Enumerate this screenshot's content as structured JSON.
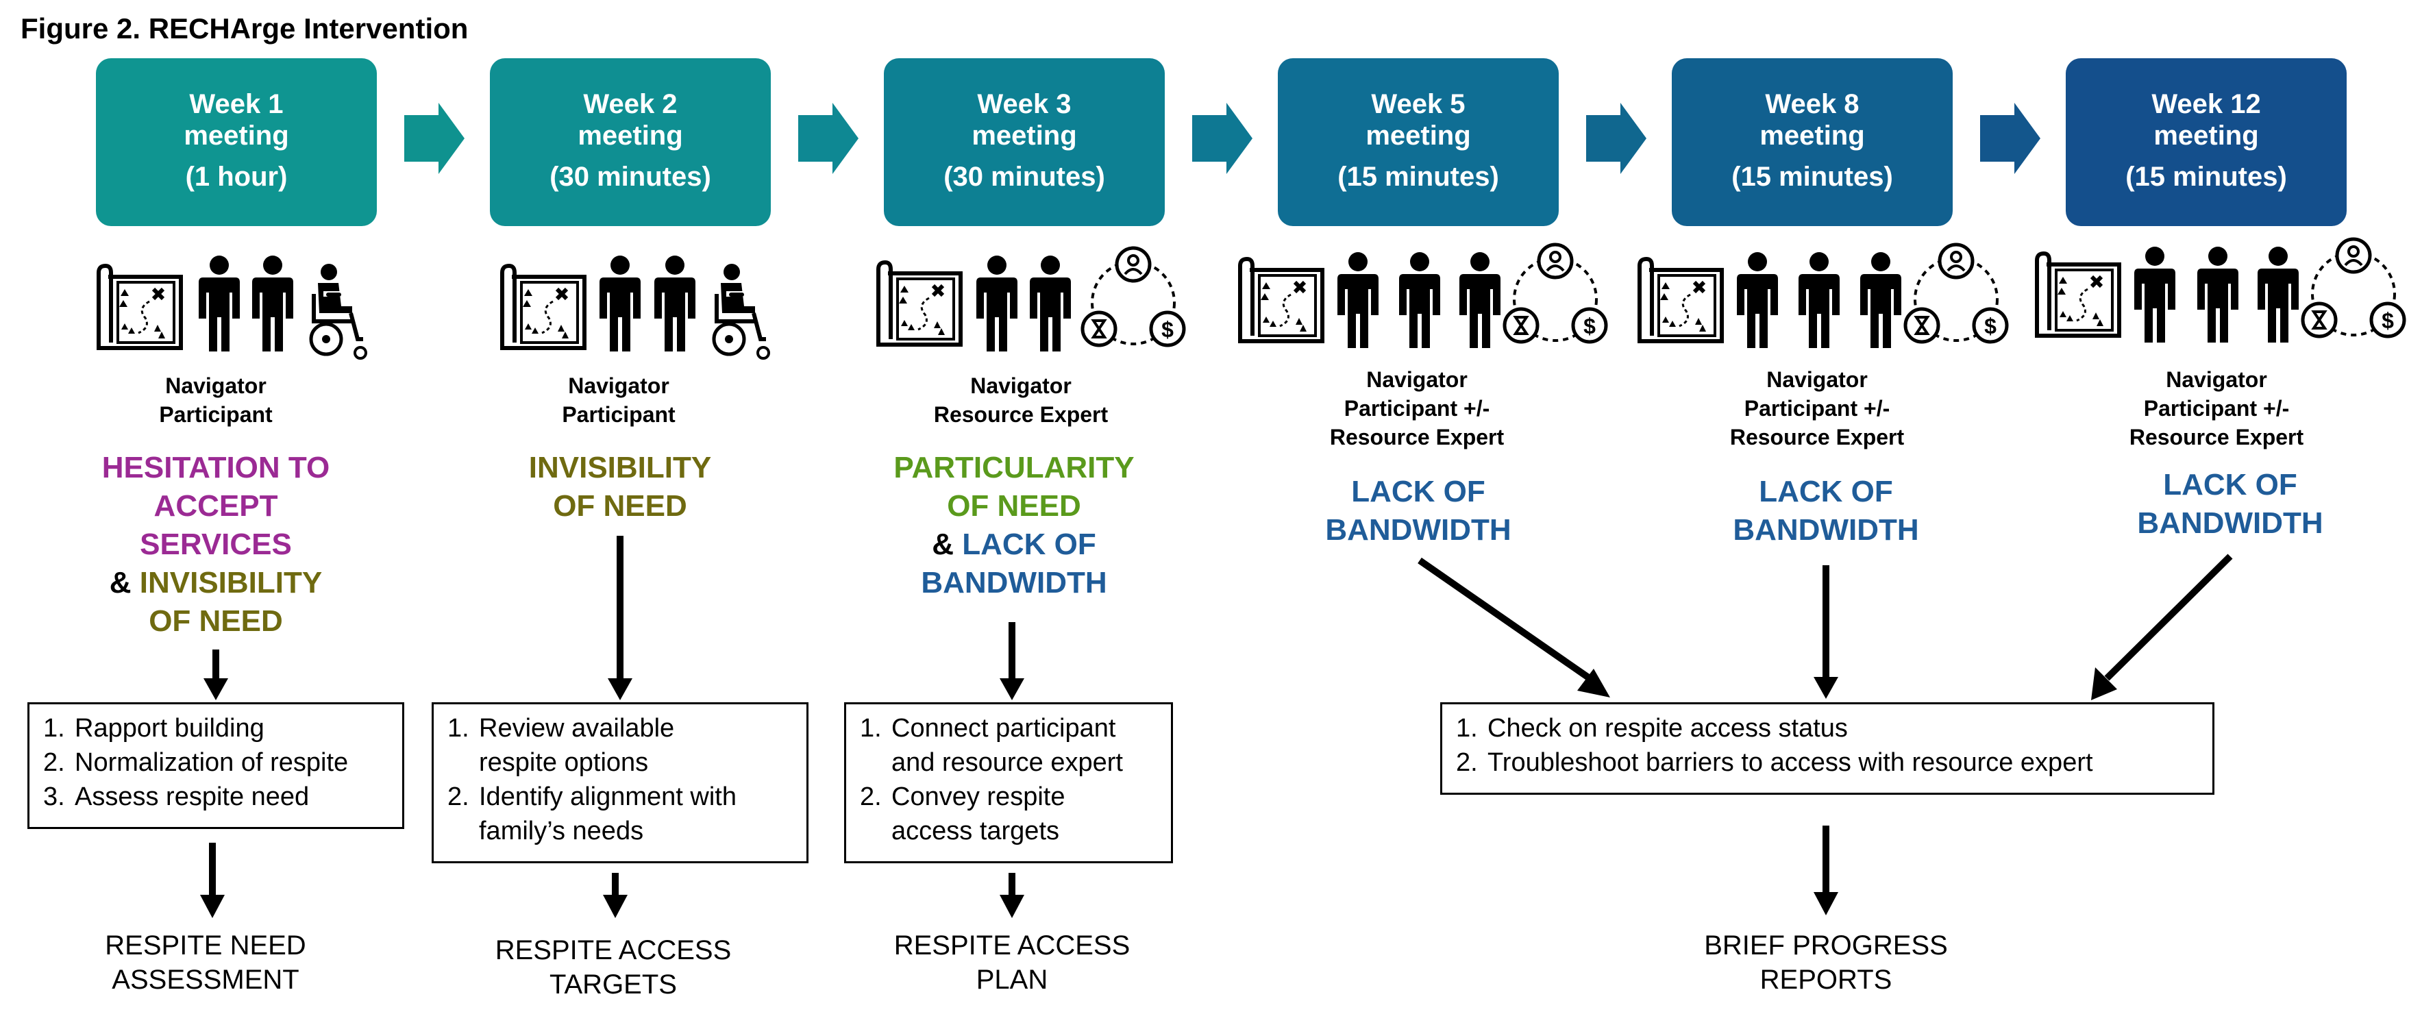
{
  "title": "Figure 2. RECHArge Intervention",
  "colors": {
    "week1": "#0f9591",
    "week2": "#0f8f92",
    "week3": "#0d8093",
    "week5": "#0f6e94",
    "week8": "#11608f",
    "week12": "#144f8c",
    "theme_purple": "#9b2a94",
    "theme_olive": "#6f6a10",
    "theme_green": "#5a9a1c",
    "theme_blue": "#1f5c99"
  },
  "weeks": [
    {
      "line1": "Week 1",
      "line2": "meeting",
      "duration": "(1 hour)",
      "roles": [
        "Navigator",
        "Participant"
      ],
      "icons": [
        "map-icon",
        "person-icon",
        "person-icon",
        "wheelchair-user-icon"
      ]
    },
    {
      "line1": "Week 2",
      "line2": "meeting",
      "duration": "(30 minutes)",
      "roles": [
        "Navigator",
        "Participant"
      ],
      "icons": [
        "map-icon",
        "person-icon",
        "person-icon",
        "wheelchair-user-icon"
      ]
    },
    {
      "line1": "Week 3",
      "line2": "meeting",
      "duration": "(30 minutes)",
      "roles": [
        "Navigator",
        "Resource Expert"
      ],
      "icons": [
        "map-icon",
        "person-icon",
        "person-icon",
        "resource-network-icon"
      ]
    },
    {
      "line1": "Week 5",
      "line2": "meeting",
      "duration": "(15 minutes)",
      "roles": [
        "Navigator",
        "Participant +/-",
        "Resource Expert"
      ],
      "icons": [
        "map-icon",
        "person-icon",
        "person-icon",
        "person-icon",
        "resource-network-icon"
      ]
    },
    {
      "line1": "Week 8",
      "line2": "meeting",
      "duration": "(15 minutes)",
      "roles": [
        "Navigator",
        "Participant +/-",
        "Resource Expert"
      ],
      "icons": [
        "map-icon",
        "person-icon",
        "person-icon",
        "person-icon",
        "resource-network-icon"
      ]
    },
    {
      "line1": "Week 12",
      "line2": "meeting",
      "duration": "(15 minutes)",
      "roles": [
        "Navigator",
        "Participant +/-",
        "Resource Expert"
      ],
      "icons": [
        "map-icon",
        "person-icon",
        "person-icon",
        "person-icon",
        "resource-network-icon"
      ]
    }
  ],
  "themes": {
    "t1": {
      "a1": "HESITATION TO",
      "a2": "ACCEPT",
      "a3": "SERVICES",
      "amp": "&",
      "b1": "INVISIBILITY",
      "b2": "OF NEED"
    },
    "t2": {
      "a1": "INVISIBILITY",
      "a2": "OF NEED"
    },
    "t3": {
      "a1": "PARTICULARITY",
      "a2": "OF NEED",
      "amp": "&",
      "b1": "LACK OF",
      "b2": "BANDWIDTH"
    },
    "t5": {
      "a1": "LACK OF",
      "a2": "BANDWIDTH"
    },
    "t8": {
      "a1": "LACK OF",
      "a2": "BANDWIDTH"
    },
    "t12": {
      "a1": "LACK OF",
      "a2": "BANDWIDTH"
    }
  },
  "steps": {
    "s1": [
      {
        "n": "1.",
        "lines": [
          "Rapport building"
        ]
      },
      {
        "n": "2.",
        "lines": [
          "Normalization of respite"
        ]
      },
      {
        "n": "3.",
        "lines": [
          "Assess respite need"
        ]
      }
    ],
    "s2": [
      {
        "n": "1.",
        "lines": [
          "Review available",
          "respite options"
        ]
      },
      {
        "n": "2.",
        "lines": [
          "Identify alignment with",
          "family’s needs"
        ]
      }
    ],
    "s3": [
      {
        "n": "1.",
        "lines": [
          "Connect participant",
          "and resource expert"
        ]
      },
      {
        "n": "2.",
        "lines": [
          "Convey respite",
          "access targets"
        ]
      }
    ],
    "s4": [
      {
        "n": "1.",
        "lines": [
          "Check on respite access status"
        ]
      },
      {
        "n": "2.",
        "lines": [
          "Troubleshoot barriers to access with resource expert"
        ]
      }
    ]
  },
  "outputs": {
    "o1": [
      "RESPITE NEED",
      "ASSESSMENT"
    ],
    "o2": [
      "RESPITE ACCESS",
      "TARGETS"
    ],
    "o3": [
      "RESPITE ACCESS",
      "PLAN"
    ],
    "o4": [
      "BRIEF PROGRESS",
      "REPORTS"
    ]
  }
}
